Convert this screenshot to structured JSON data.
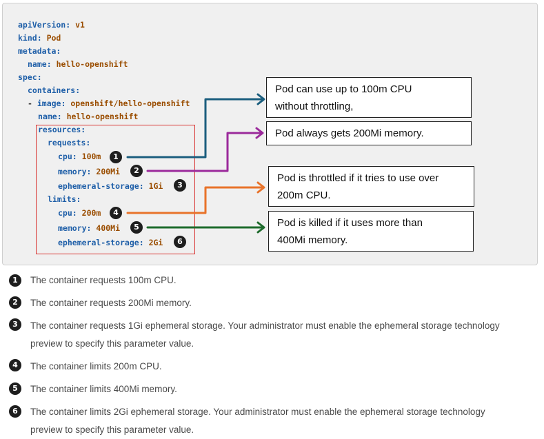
{
  "yaml": {
    "apiVersion_key": "apiVersion:",
    "apiVersion_val": "v1",
    "kind_key": "kind:",
    "kind_val": "Pod",
    "metadata_key": "metadata:",
    "meta_name_key": "name:",
    "meta_name_val": "hello-openshift",
    "spec_key": "spec:",
    "containers_key": "containers:",
    "dash": "- ",
    "image_key": "image:",
    "image_val": "openshift/hello-openshift",
    "cname_key": "name:",
    "cname_val": "hello-openshift",
    "resources_key": "resources:",
    "requests_key": "requests:",
    "req_cpu_key": "cpu:",
    "req_cpu_val": "100m",
    "req_mem_key": "memory:",
    "req_mem_val": "200Mi",
    "req_eph_key": "ephemeral-storage:",
    "req_eph_val": "1Gi",
    "limits_key": "limits:",
    "lim_cpu_key": "cpu:",
    "lim_cpu_val": "200m",
    "lim_mem_key": "memory:",
    "lim_mem_val": "400Mi",
    "lim_eph_key": "ephemeral-storage:",
    "lim_eph_val": "2Gi"
  },
  "callouts": [
    "1",
    "2",
    "3",
    "4",
    "5",
    "6"
  ],
  "annotations": {
    "a1_line1": "Pod can use up to 100m CPU",
    "a1_line2": "without throttling,",
    "a2": "Pod always gets 200Mi memory.",
    "a3_line1": "Pod is throttled if it tries to use over",
    "a3_line2": "200m CPU.",
    "a4_line1": "Pod is killed if it uses more than",
    "a4_line2": "400Mi memory."
  },
  "notes": [
    {
      "num": "1",
      "line1": "The container requests 100m CPU."
    },
    {
      "num": "2",
      "line1": "The container requests 200Mi memory."
    },
    {
      "num": "3",
      "line1": "The container requests 1Gi ephemeral storage. Your administrator must enable the ephemeral storage technology",
      "line2": "preview to specify this parameter value."
    },
    {
      "num": "4",
      "line1": "The container limits 200m CPU."
    },
    {
      "num": "5",
      "line1": "The container limits 400Mi memory."
    },
    {
      "num": "6",
      "line1": "The container limits 2Gi ephemeral storage. Your administrator must enable the ephemeral storage technology",
      "line2": "preview to specify this parameter value."
    }
  ],
  "colors": {
    "arrow_1": "#1b5e7e",
    "arrow_2": "#9b2a9b",
    "arrow_3": "#e8732a",
    "arrow_4": "#1e6b2c",
    "resources_box": "#d9312f"
  }
}
